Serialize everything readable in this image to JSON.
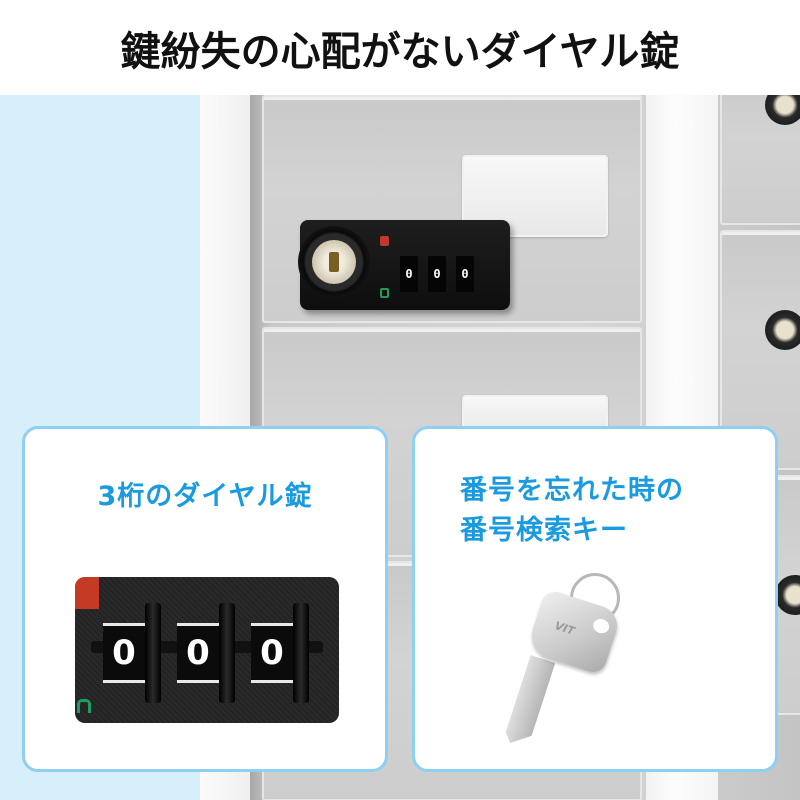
{
  "headline": {
    "text": "鍵紛失の心配がないダイヤル錠"
  },
  "colors": {
    "headline_text": "#111111",
    "accent_blue": "#1a9be0",
    "card_border": "#8dd0f2",
    "background_light_blue": "#d7eefb"
  },
  "product_photo": {
    "description": "Clear locker cabinet with 3-digit combination dial lock",
    "main_lock_dials": [
      "0",
      "0",
      "0"
    ]
  },
  "cards": [
    {
      "title": "3桁のダイヤル錠",
      "image": "combination-dial-closeup",
      "dials": [
        "0",
        "0",
        "0"
      ]
    },
    {
      "title_line1": "番号を忘れた時の",
      "title_line2": "番号検索キー",
      "image": "key-with-ring",
      "key_brand": "VIT"
    }
  ]
}
